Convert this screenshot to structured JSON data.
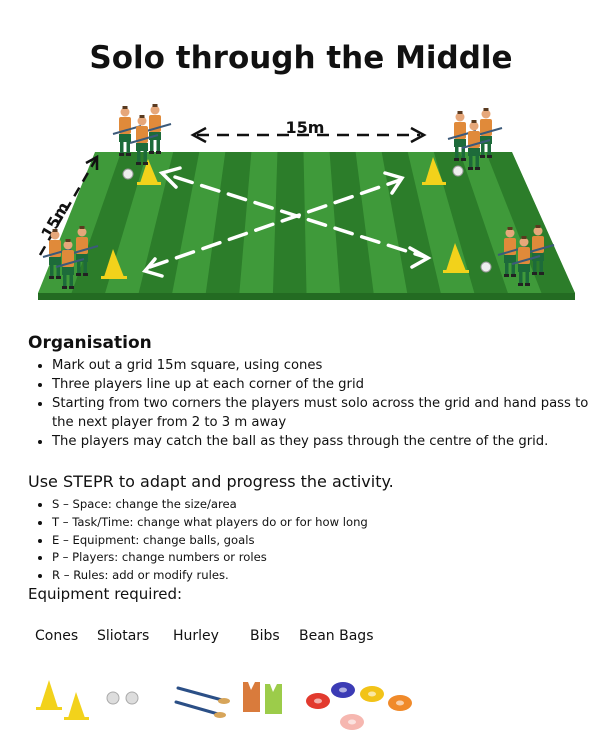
{
  "title": "Solo through the Middle",
  "diagram": {
    "dim_top": "15m",
    "dim_left": "15m",
    "colors": {
      "grass_light": "#3f9a3a",
      "grass_dark": "#2c7d2a",
      "cone": "#f2d21b",
      "jersey": "#e08a3a"
    }
  },
  "organisation": {
    "heading": "Organisation",
    "items": [
      "Mark out a grid 15m square, using cones",
      "Three players line up at each corner of the grid",
      "Starting from two corners the players must solo across the grid and hand pass to the next player from 2 to 3 m away",
      "The players may catch the ball as they pass through the centre of the grid."
    ]
  },
  "stepr": {
    "heading": "Use STEPR to adapt and progress the activity.",
    "items": [
      "S – Space: change the size/area",
      "T – Task/Time: change what players do or for how long",
      "E – Equipment: change balls, goals",
      "P – Players: change numbers or roles",
      "R – Rules: add or modify rules."
    ]
  },
  "equipment": {
    "heading": "Equipment required:",
    "labels": [
      "Cones",
      "Sliotars",
      "Hurley",
      "Bibs",
      "Bean Bags"
    ]
  }
}
